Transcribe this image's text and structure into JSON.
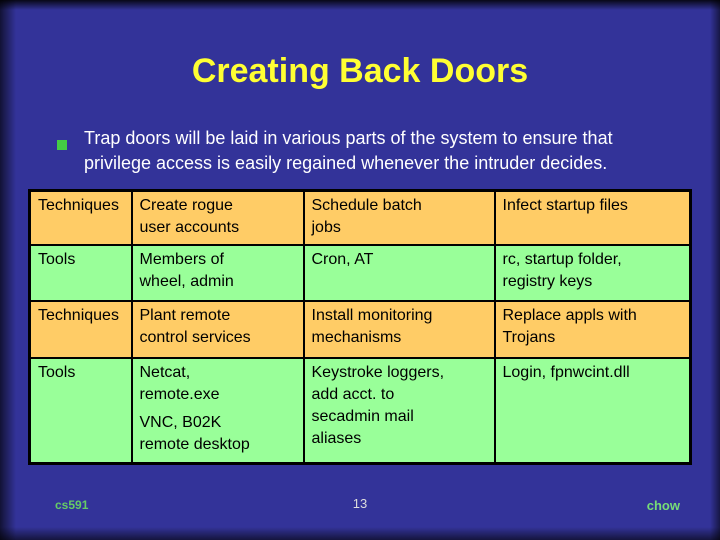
{
  "slide": {
    "title": "Creating Back Doors",
    "bullet": {
      "line1": "Trap doors will be laid in various parts of the system to ensure that",
      "line2": "privilege access is easily regained whenever the intruder decides."
    },
    "footer": {
      "course": "cs591",
      "page_number": "13",
      "author": "chow"
    },
    "colors": {
      "background": "#333399",
      "title_text": "#FFFF33",
      "bullet_marker": "#44CC44",
      "body_text": "#FFFFFF",
      "table_header_bg": "#FFCC66",
      "table_row_bg": "#99FF99",
      "table_border": "#000000",
      "footer_course_text": "#66CC66",
      "footer_author_text": "#77DD77",
      "footer_page_text": "#DDDDDD"
    }
  },
  "table": {
    "rows": [
      {
        "c1": [
          "Techniques"
        ],
        "c2": [
          "Create rogue",
          "user accounts"
        ],
        "c3": [
          "Schedule batch",
          "jobs"
        ],
        "c4": [
          "Infect startup files"
        ]
      },
      {
        "c1": [
          "Tools"
        ],
        "c2": [
          "Members of",
          "wheel, admin"
        ],
        "c3": [
          "Cron, AT"
        ],
        "c4": [
          "rc, startup folder,",
          "registry keys"
        ]
      },
      {
        "c1": [
          "Techniques"
        ],
        "c2": [
          "Plant remote",
          "control services"
        ],
        "c3": [
          "Install monitoring",
          "mechanisms"
        ],
        "c4": [
          "Replace appls with",
          "Trojans"
        ]
      },
      {
        "c1": [
          "Tools"
        ],
        "c2_p1": [
          "Netcat,",
          "remote.exe"
        ],
        "c2_p2": [
          "VNC, B02K",
          "remote desktop"
        ],
        "c3": [
          "Keystroke loggers,",
          "add acct. to",
          "secadmin mail",
          "aliases"
        ],
        "c4": [
          "Login, fpnwcint.dll"
        ]
      }
    ]
  }
}
